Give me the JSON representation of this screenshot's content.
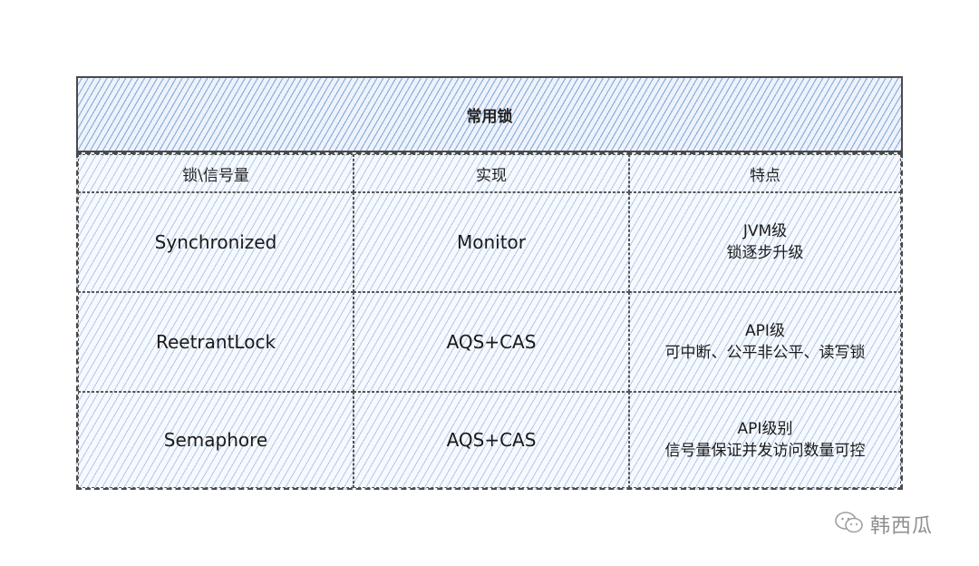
{
  "title": "常用锁",
  "columns": [
    "锁\\信号量",
    "实现",
    "特点"
  ],
  "rows": [
    {
      "name": "Synchronized",
      "impl": "Monitor",
      "features": [
        "JVM级",
        "锁逐步升级"
      ]
    },
    {
      "name": "ReetrantLock",
      "impl": "AQS+CAS",
      "features": [
        "API级",
        "可中断、公平非公平、读写锁"
      ]
    },
    {
      "name": "Semaphore",
      "impl": "AQS+CAS",
      "features": [
        "API级别",
        "信号量保证并发访问数量可控"
      ]
    }
  ],
  "watermark": {
    "icon": "wechat-icon",
    "text": "韩西瓜"
  },
  "colors": {
    "hatch": "#78a0d7",
    "border": "#4a4a4a",
    "text": "#1a1a1a",
    "watermark": "#8f8f8f"
  }
}
